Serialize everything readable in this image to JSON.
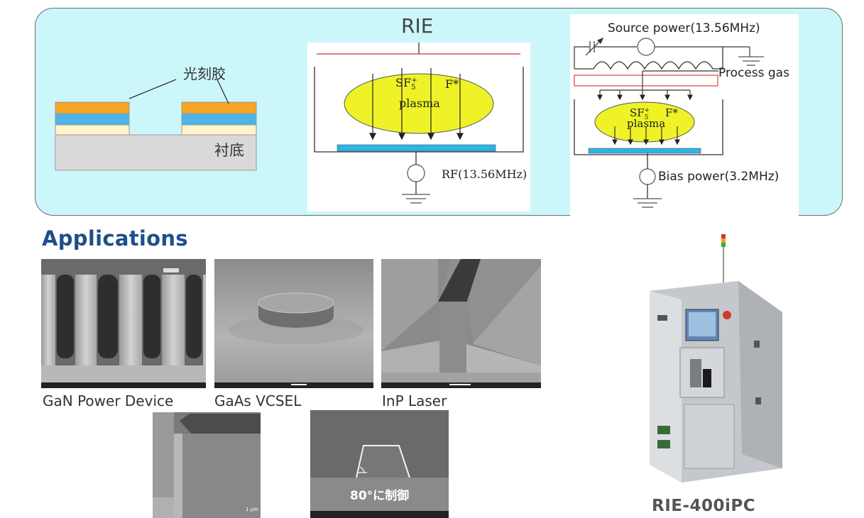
{
  "diagram": {
    "rie_title": "RIE",
    "photoresist_label": "光刻胶",
    "substrate_label": "衬底",
    "rie": {
      "ion1": "SF",
      "ion1_sub": "5",
      "ion1_sup": "+",
      "ion2": "F*",
      "plasma": "plasma",
      "rf": "RF(13.56MHz)"
    },
    "icp": {
      "source_power": "Source power(13.56MHz)",
      "process_gas": "Process gas",
      "ion1": "SF",
      "ion1_sub": "5",
      "ion1_sup": "+",
      "ion2": "F*",
      "plasma": "plasma",
      "bias_power": "Bias power(3.2MHz)"
    },
    "colors": {
      "panel_bg": "#ccf7fa",
      "photoresist": "#f5a623",
      "blue_layer": "#4fb3e8",
      "cream_layer": "#fff5c8",
      "substrate": "#d9d9d9",
      "plasma": "#eef227",
      "electrode": "#29b6e8"
    }
  },
  "applications": {
    "title": "Applications",
    "items": [
      {
        "caption": "GaN Power Device"
      },
      {
        "caption": "GaAs VCSEL"
      },
      {
        "caption": "InP Laser"
      }
    ],
    "bottom_images": [
      {
        "scale": "1 μm"
      },
      {
        "annotation": "80°に制御"
      }
    ]
  },
  "machine": {
    "label": "RIE-400iPC"
  }
}
